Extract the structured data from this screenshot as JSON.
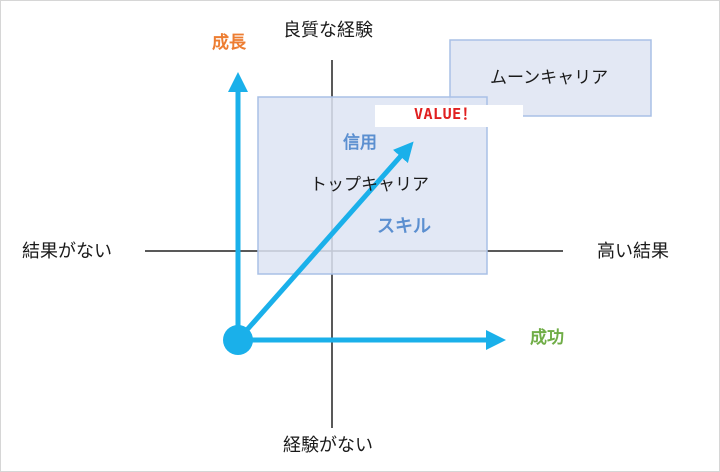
{
  "axes": {
    "top": "良質な経験",
    "bottom": "経験がない",
    "left": "結果がない",
    "right": "高い結果"
  },
  "arrows": {
    "vertical": "成長",
    "horizontal": "成功",
    "diagonal": "VALUE！"
  },
  "boxes": {
    "moon_career": "ムーンキャリア",
    "top_career": "トップキャリア"
  },
  "inner_labels": {
    "trust": "信用",
    "skill": "スキル"
  },
  "colors": {
    "arrow": "#1ab0ea",
    "box_fill": "#e3e8f4",
    "box_border": "#a9c0e6",
    "growth": "#ed7d31",
    "success": "#70ad47",
    "value": "#e02020",
    "inner_label": "#5b8fd0"
  }
}
